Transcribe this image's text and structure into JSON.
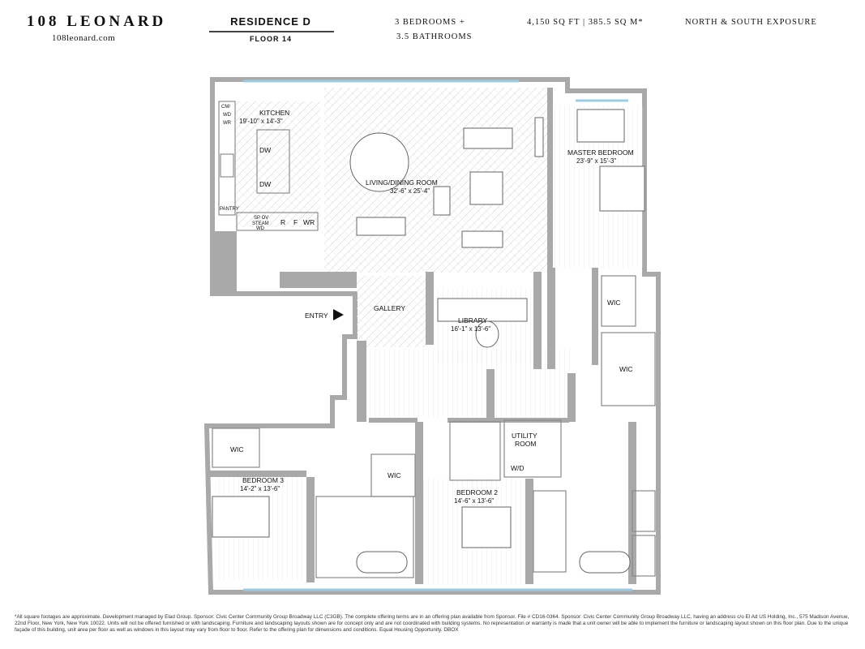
{
  "header": {
    "brand": "108 LEONARD",
    "website": "108leonard.com",
    "residence": "RESIDENCE D",
    "floor": "FLOOR 14",
    "bedrooms": "3 BEDROOMS +",
    "bathrooms": "3.5 BATHROOMS",
    "area": "4,150 SQ FT | 385.5 SQ M*",
    "exposure": "NORTH & SOUTH EXPOSURE"
  },
  "rooms": {
    "kitchen": {
      "name": "KITCHEN",
      "dims": "19'-10\" x 14'-3\""
    },
    "living": {
      "name": "LIVING/DINING ROOM",
      "dims": "32'-6\" x 25'-4\""
    },
    "master": {
      "name": "MASTER BEDROOM",
      "dims": "23'-9\" x 15'-3\""
    },
    "library": {
      "name": "LIBRARY",
      "dims": "16'-1\" x 13'-6\""
    },
    "gallery": "GALLERY",
    "entry": "ENTRY",
    "utility": {
      "line1": "UTILITY",
      "line2": "ROOM",
      "wd": "W/D"
    },
    "bedroom3": {
      "name": "BEDROOM 3",
      "dims": "14'-2\" x 13'-6\""
    },
    "bedroom2": {
      "name": "BEDROOM 2",
      "dims": "14'-6\" x 13'-6\""
    },
    "wic": "WIC"
  },
  "kitchen_labels": {
    "cm": "CM/",
    "wd": "WD",
    "wr": "WR",
    "dw": "DW",
    "pantry": "PANTRY",
    "spov": "SP OV",
    "steam": "STEAM",
    "wd2": "WD",
    "r": "R",
    "f": "F"
  },
  "footer": "*All square footages are approximate. Development managed by Elad Group. Sponsor: Civic Center Community Group Broadway LLC (C3GB). The complete offering terms are in an offering plan available from Sponsor. File # CD16-0364. Sponsor: Civic Center Community Group Broadway LLC, having an address c/o El Ad US Holding, Inc., 575 Madison Avenue, 22nd Floor, New York, New York 10022. Units will not be offered furnished or with landscaping. Furniture and landscaping layouts shown are for concept only and are not coordinated with building systems. No representation or warranty is made that a unit owner will be able to implement the furniture or landscaping layout shown on this floor plan. Due to the unique façade of this building, unit area per floor as well as windows in this layout may vary from floor to floor. Refer to the offering plan for dimensions and conditions. Equal Housing Opportunity. DBOX",
  "colors": {
    "wall": "#a9a9a9",
    "window": "#9ecbe0",
    "floor_line": "#d4d4d4"
  }
}
